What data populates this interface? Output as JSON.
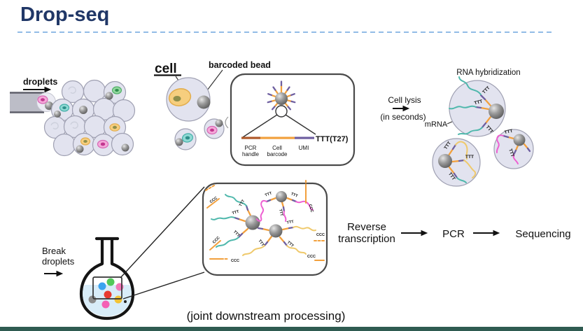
{
  "slide": {
    "title": "Drop-seq",
    "title_color": "#203767",
    "divider_color": "#92BCE6",
    "footer_bar_color": "#2F5B51"
  },
  "generation": {
    "droplets_label": "droplets"
  },
  "bead_detail": {
    "cell_label": "cell",
    "barcoded_bead_label": "barcoded bead",
    "pcr_line1": "PCR",
    "pcr_line2": "handle",
    "barcode_line1": "Cell",
    "barcode_line2": "barcode",
    "umi_label": "UMI",
    "ttt_t27_label": "TTT(T27)"
  },
  "hybridization": {
    "title": "RNA hybridization",
    "lysis_line1": "Cell lysis",
    "lysis_line2": "(in seconds)",
    "mrna_label": "mRNA",
    "ttt": "TTT"
  },
  "downstream": {
    "break_line1": "Break",
    "break_line2": "droplets",
    "ttt": "TTT",
    "ccc": "CCC",
    "joint_label": "(joint downstream processing)"
  },
  "pipeline": {
    "reverse_line1": "Reverse",
    "reverse_line2": "transcription",
    "pcr_label": "PCR",
    "sequencing_label": "Sequencing"
  },
  "colors": {
    "oligo_orange": "#F2A03D",
    "umi_purple": "#6E5FA0",
    "pcr_handle_brown": "#B05A2A",
    "mrna_teal": "#4FB8AC",
    "mrna_yellow": "#EFC96B",
    "mrna_magenta": "#EE5FD2",
    "droplet_fill": "#E2E3EF",
    "flask_liquid": "#D8ECF8",
    "bead_gray": "#8A8A8A"
  }
}
